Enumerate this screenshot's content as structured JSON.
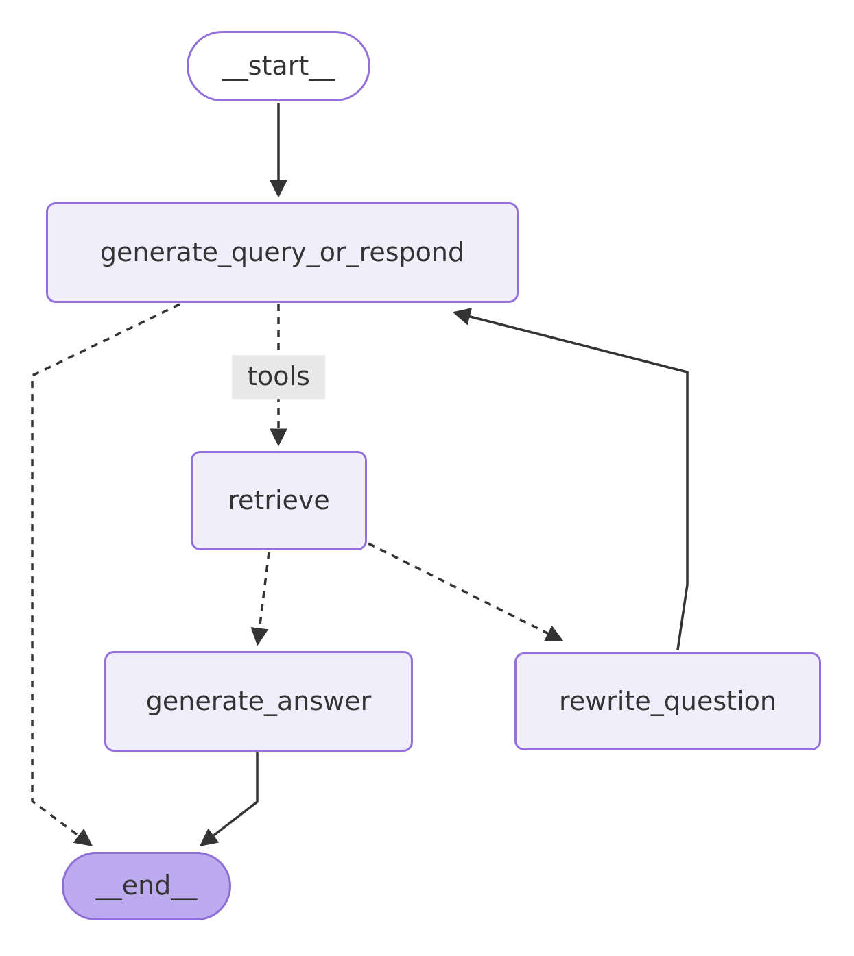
{
  "diagram": {
    "type": "flowchart",
    "direction": "top-down",
    "nodes": {
      "start": {
        "label": "__start__",
        "shape": "stadium"
      },
      "generate_query_or_respond": {
        "label": "generate_query_or_respond",
        "shape": "rect"
      },
      "retrieve": {
        "label": "retrieve",
        "shape": "rect"
      },
      "generate_answer": {
        "label": "generate_answer",
        "shape": "rect"
      },
      "rewrite_question": {
        "label": "rewrite_question",
        "shape": "rect"
      },
      "end": {
        "label": "__end__",
        "shape": "stadium"
      }
    },
    "edge_labels": {
      "tools": "tools"
    },
    "edges": [
      {
        "from": "__start__",
        "to": "generate_query_or_respond",
        "style": "solid",
        "label": ""
      },
      {
        "from": "generate_query_or_respond",
        "to": "retrieve",
        "style": "dashed",
        "label": "tools"
      },
      {
        "from": "generate_query_or_respond",
        "to": "__end__",
        "style": "dashed",
        "label": ""
      },
      {
        "from": "retrieve",
        "to": "generate_answer",
        "style": "dashed",
        "label": ""
      },
      {
        "from": "retrieve",
        "to": "rewrite_question",
        "style": "dashed",
        "label": ""
      },
      {
        "from": "rewrite_question",
        "to": "generate_query_or_respond",
        "style": "solid",
        "label": ""
      },
      {
        "from": "generate_answer",
        "to": "__end__",
        "style": "solid",
        "label": ""
      }
    ],
    "colors": {
      "node_fill": "#f0eefb",
      "node_border": "#9370db",
      "start_fill": "#ffffff",
      "end_fill": "#bcabef",
      "end_border": "#8f6fd6",
      "edge_stroke": "#343434",
      "text": "#333333",
      "edge_label_bg": "#e8e8e8",
      "background": "#ffffff"
    }
  }
}
